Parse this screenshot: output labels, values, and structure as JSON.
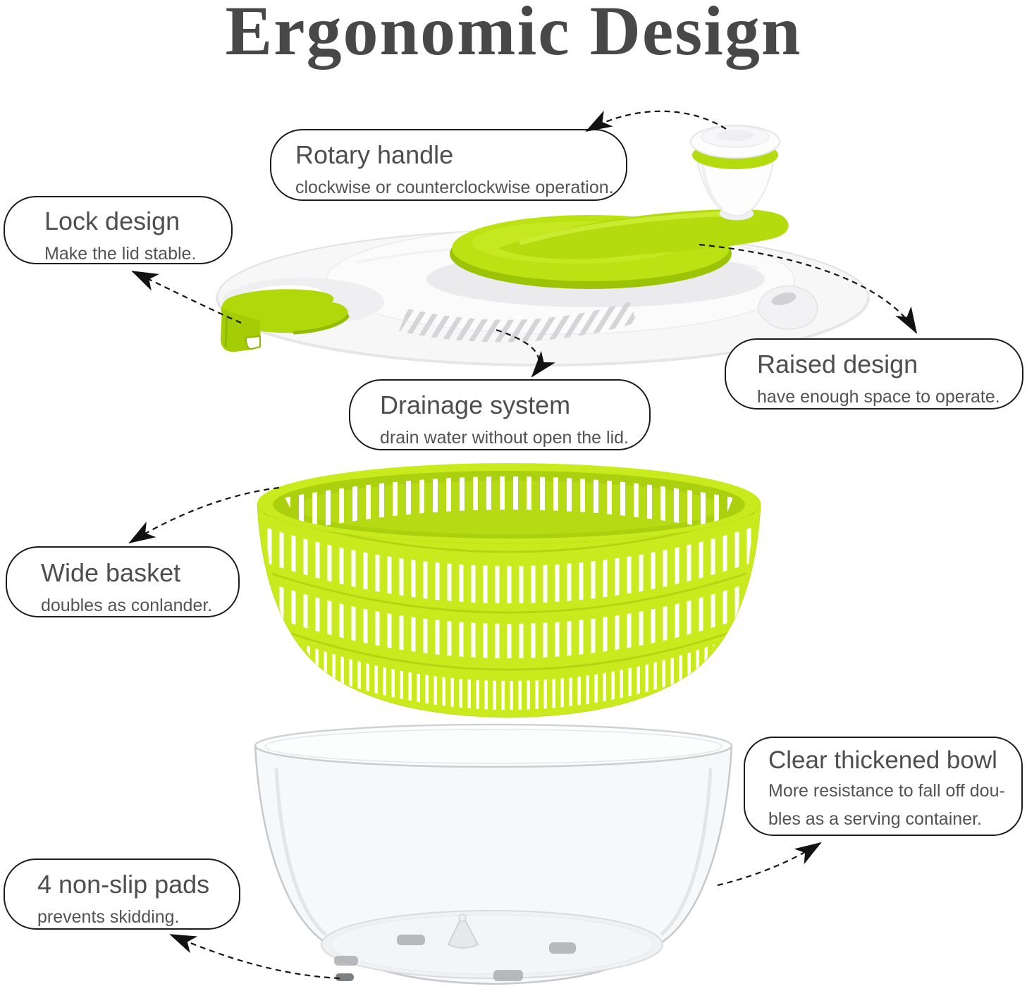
{
  "title": "Ergonomic Design",
  "callouts": {
    "rotary": {
      "heading": "Rotary handle",
      "lines": [
        "clockwise or counterclockwise operation."
      ]
    },
    "lock": {
      "heading": "Lock design",
      "lines": [
        "Make the lid stable."
      ]
    },
    "drainage": {
      "heading": "Drainage system",
      "lines": [
        "drain water without open the lid."
      ]
    },
    "raised": {
      "heading": "Raised design",
      "lines": [
        "have enough space to operate."
      ]
    },
    "basket": {
      "heading": "Wide basket",
      "lines": [
        "doubles as conlander."
      ]
    },
    "bowl": {
      "heading": "Clear thickened bowl",
      "lines": [
        "More resistance to fall off dou-",
        "bles as a serving container."
      ]
    },
    "pads": {
      "heading": "4 non-slip pads",
      "lines": [
        "prevents skidding."
      ]
    }
  },
  "colors": {
    "accent_green": "#b1d80b",
    "basket_green": "#c9eb1e",
    "title_text": "#484848",
    "callout_text": "#4e4e4e",
    "outline_black": "#1c1c1c"
  }
}
